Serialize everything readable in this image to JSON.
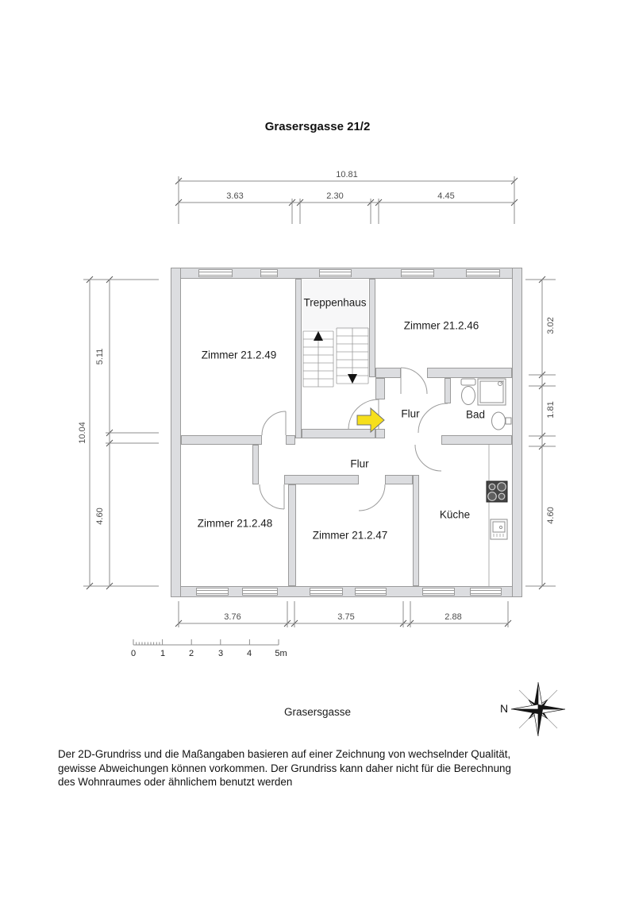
{
  "title": "Grasersgasse 21/2",
  "street_label": "Grasersgasse",
  "compass": {
    "north_label": "N"
  },
  "rooms": [
    {
      "id": "zimmer-21-2-49",
      "label": "Zimmer 21.2.49"
    },
    {
      "id": "treppenhaus",
      "label": "Treppenhaus"
    },
    {
      "id": "zimmer-21-2-46",
      "label": "Zimmer 21.2.46"
    },
    {
      "id": "flur-ost",
      "label": "Flur"
    },
    {
      "id": "bad",
      "label": "Bad"
    },
    {
      "id": "flur",
      "label": "Flur"
    },
    {
      "id": "zimmer-21-2-48",
      "label": "Zimmer 21.2.48"
    },
    {
      "id": "zimmer-21-2-47",
      "label": "Zimmer 21.2.47"
    },
    {
      "id": "kueche",
      "label": "Küche"
    }
  ],
  "dimensions": {
    "top": {
      "total": "10.81",
      "segments": [
        "3.63",
        "2.30",
        "4.45"
      ]
    },
    "left": {
      "total": "10.04",
      "segments": [
        "5.11",
        "4.60"
      ]
    },
    "right": {
      "segments": [
        "3.02",
        "1.81",
        "4.60"
      ]
    },
    "bottom": {
      "segments": [
        "3.76",
        "3.75",
        "2.88"
      ]
    }
  },
  "scale_bar": {
    "labels": [
      "0",
      "1",
      "2",
      "3",
      "4",
      "5m"
    ]
  },
  "disclaimer": {
    "lines": [
      "Der 2D-Grundriss und die Maßangaben basieren auf einer Zeichnung von wechselnder Qualität,",
      "gewisse Abweichungen können vorkommen. Der Grundriss kann daher nicht für die Berechnung",
      "des Wohnraumes oder ähnlichem benutzt werden"
    ]
  },
  "colors": {
    "wall_fill": "#dcdde0",
    "wall_line": "#9b9b9b",
    "line": "#8e8e8e",
    "dim_text": "#4d4d4d",
    "arrow_color": "#f6df1c"
  }
}
